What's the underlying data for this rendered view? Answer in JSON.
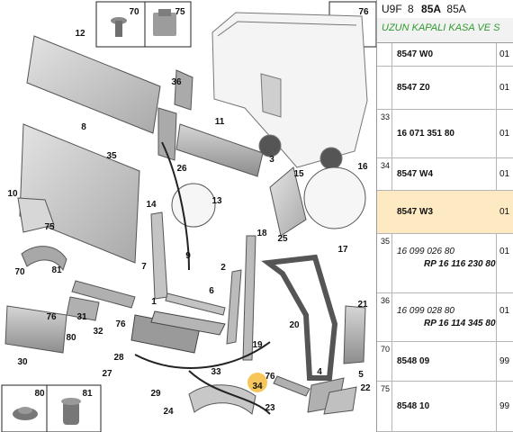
{
  "header": {
    "model_code": "U9F",
    "number": "8",
    "highlight_code": "85A",
    "variant_code": "85A",
    "subtitle": "UZUN KAPALI KASA VE S"
  },
  "table": {
    "rows": [
      {
        "index": "",
        "ref": "8547 W0",
        "sub": "",
        "qty": "01",
        "italic": false,
        "highlight": false
      },
      {
        "index": "",
        "ref": "8547 Z0",
        "sub": "",
        "qty": "01",
        "italic": false,
        "highlight": false
      },
      {
        "index": "33",
        "ref": "16 071 351 80",
        "sub": "",
        "qty": "01",
        "italic": false,
        "highlight": false
      },
      {
        "index": "34",
        "ref": "8547 W4",
        "sub": "",
        "qty": "01",
        "italic": false,
        "highlight": false
      },
      {
        "index": "",
        "ref": "8547 W3",
        "sub": "",
        "qty": "01",
        "italic": false,
        "highlight": true
      },
      {
        "index": "35",
        "ref": "16 099 026 80",
        "sub": "RP 16 116 230 80",
        "qty": "01",
        "italic": true,
        "highlight": false
      },
      {
        "index": "36",
        "ref": "16 099 028 80",
        "sub": "RP 16 114 345 80",
        "qty": "01",
        "italic": true,
        "highlight": false
      },
      {
        "index": "70",
        "ref": "8548 09",
        "sub": "",
        "qty": "99",
        "italic": false,
        "highlight": false
      },
      {
        "index": "75",
        "ref": "8548 10",
        "sub": "",
        "qty": "99",
        "italic": false,
        "highlight": false
      }
    ]
  },
  "diagram": {
    "callouts": [
      "70",
      "75",
      "76",
      "12",
      "36",
      "11",
      "8",
      "35",
      "26",
      "3",
      "15",
      "16",
      "13",
      "14",
      "10",
      "9",
      "18",
      "25",
      "17",
      "75",
      "81",
      "7",
      "2",
      "70",
      "1",
      "6",
      "31",
      "32",
      "76",
      "20",
      "21",
      "76",
      "80",
      "19",
      "30",
      "28",
      "33",
      "27",
      "29",
      "34",
      "76",
      "4",
      "5",
      "22",
      "24",
      "23",
      "80",
      "81"
    ],
    "highlighted_callout": "34"
  },
  "colors": {
    "highlight_row": "#fde9c2",
    "subtitle_text": "#2e9a2e",
    "highlight_badge": "#f6c65a"
  }
}
